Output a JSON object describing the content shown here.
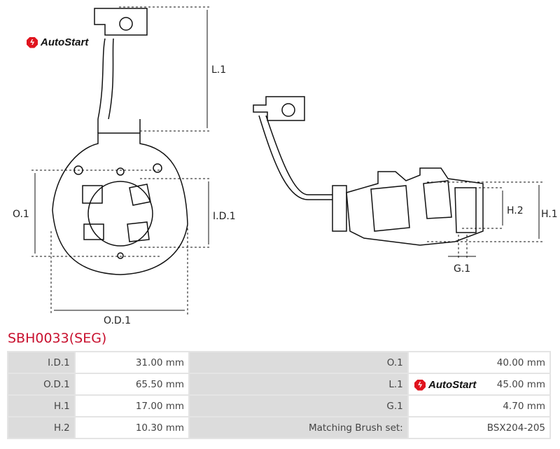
{
  "brand": {
    "logo_text": "AutoStart",
    "accent": "#c8102e"
  },
  "drawing": {
    "labels": {
      "l1": "L.1",
      "o1": "O.1",
      "id1": "I.D.1",
      "od1": "O.D.1",
      "h1": "H.1",
      "h2": "H.2",
      "g1": "G.1"
    }
  },
  "product": {
    "title": "SBH0033(SEG)"
  },
  "specs": [
    {
      "label": "I.D.1",
      "value": "31.00 mm",
      "label2": "O.1",
      "value2": "40.00 mm"
    },
    {
      "label": "O.D.1",
      "value": "65.50 mm",
      "label2": "L.1",
      "value2": "45.00 mm"
    },
    {
      "label": "H.1",
      "value": "17.00 mm",
      "label2": "G.1",
      "value2": "4.70 mm"
    },
    {
      "label": "H.2",
      "value": "10.30 mm",
      "label2": "Matching Brush set:",
      "value2": "BSX204-205"
    }
  ]
}
